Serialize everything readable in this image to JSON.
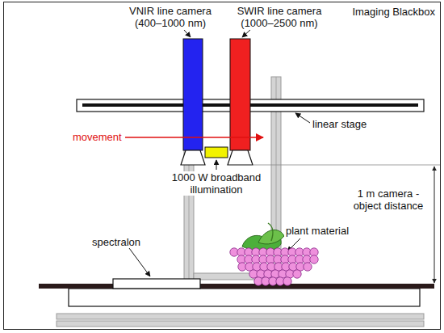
{
  "diagram": {
    "nodes": [
      {
        "text": [
          "Imaging Blackbox"
        ]
      }
    ],
    "labels": [
      "VNIR line camera (400–1000 nm)",
      "SWIR line camera (1000–2500 nm)",
      "linear stage",
      "movement",
      "1000 W broadband illumination",
      "1 m camera - object distance",
      "spectralon",
      "plant material"
    ]
  }
}
